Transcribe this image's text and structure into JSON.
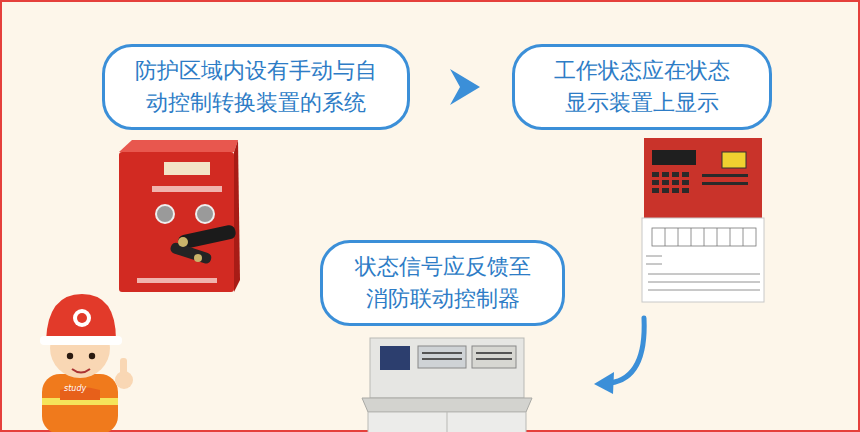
{
  "diagram": {
    "nodes": [
      {
        "text": [
          "防护区域内设有手动与自动控制转换装置的系统"
        ]
      },
      {
        "text": [
          "工作状态应在状态显示装置上显示"
        ]
      },
      {
        "text": [
          "状态信号应反馈至消防联动控制器"
        ]
      }
    ],
    "edges": [
      {
        "from": 0,
        "to": 1,
        "arrow": "to"
      }
    ],
    "labels": [
      "study"
    ]
  }
}
